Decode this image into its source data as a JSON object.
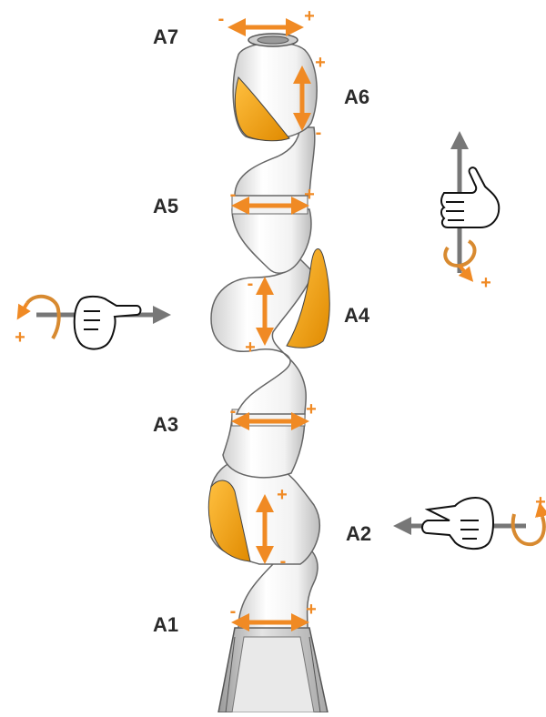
{
  "colors": {
    "accent": "#f08a24",
    "robot_orange": "#f0a000",
    "arrow_gray": "#777777",
    "label": "#2b2b2b"
  },
  "axes": [
    {
      "label": "A7",
      "motion": "rotation",
      "minus": "-",
      "plus": "+"
    },
    {
      "label": "A6",
      "motion": "bend",
      "minus": "-",
      "plus": "+"
    },
    {
      "label": "A5",
      "motion": "rotation",
      "minus": "-",
      "plus": "+"
    },
    {
      "label": "A4",
      "motion": "bend",
      "minus": "-",
      "plus": "+"
    },
    {
      "label": "A3",
      "motion": "rotation",
      "minus": "-",
      "plus": "+"
    },
    {
      "label": "A2",
      "motion": "bend",
      "minus": "-",
      "plus": "+"
    },
    {
      "label": "A1",
      "motion": "rotation",
      "minus": "-",
      "plus": "+"
    }
  ],
  "hand_rules": [
    {
      "name": "right-hand-vertical",
      "sign": "+"
    },
    {
      "name": "right-hand-left",
      "sign": "+"
    },
    {
      "name": "right-hand-right",
      "sign": "+"
    }
  ]
}
